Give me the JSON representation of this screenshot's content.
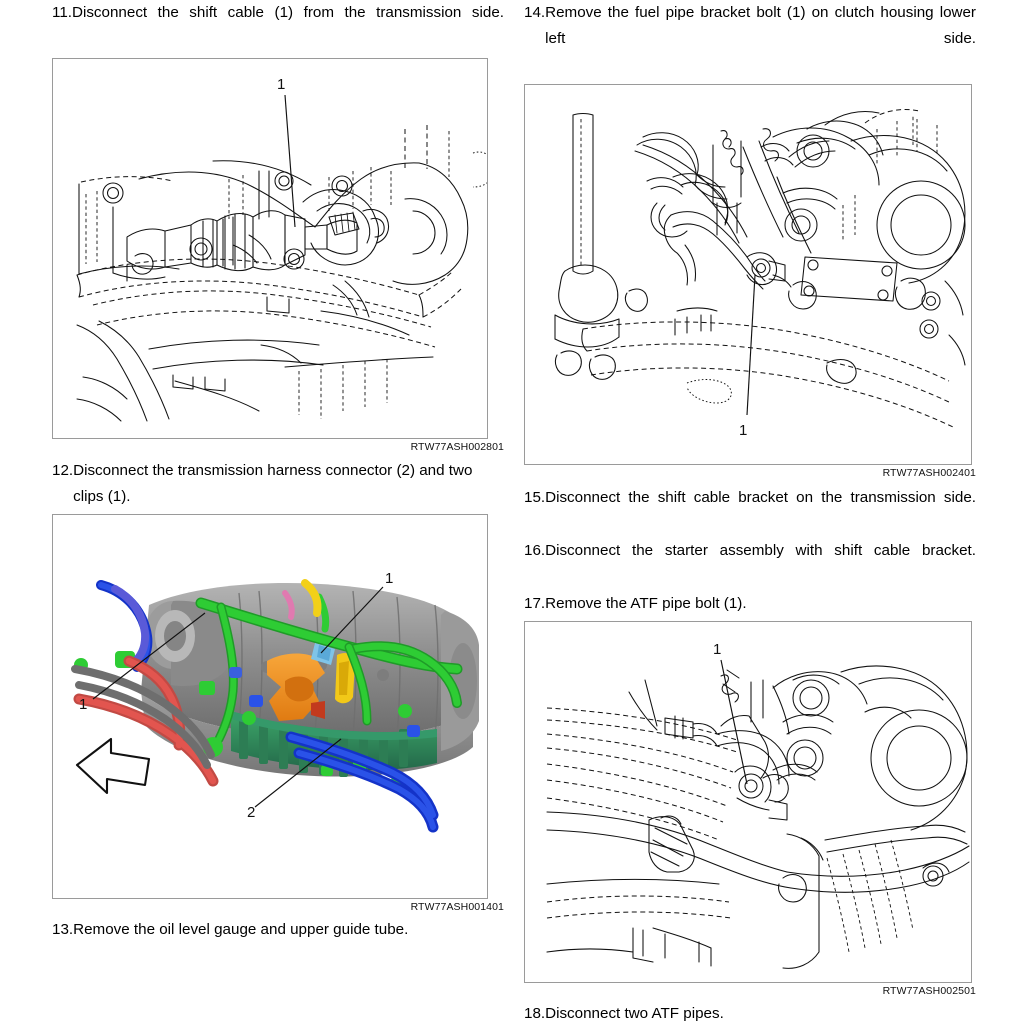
{
  "document": {
    "type": "automotive-service-manual-page",
    "layout": "two-column"
  },
  "left_column": {
    "steps_top": [
      {
        "number": "11.",
        "text": "Disconnect the shift cable (1) from the transmission side.",
        "justified": true
      }
    ],
    "figure_1": {
      "id": "RTW77ASH002801",
      "style": "line-art",
      "callouts": [
        "1"
      ]
    },
    "steps_mid": [
      {
        "number": "12.",
        "text": "Disconnect the transmission harness connector (2) and two clips (1).",
        "justified": false
      }
    ],
    "figure_2": {
      "id": "RTW77ASH001401",
      "style": "color-render",
      "callouts": [
        "1",
        "1",
        "2"
      ],
      "colors": {
        "harness_green": "#2ecc34",
        "hose_blue": "#1433c8",
        "hose_red": "#e2554f",
        "bracket_orange": "#f0901e",
        "clip_yellow": "#f2c818",
        "pan_green": "#2e8b57",
        "body_gray": "#8d8d8d",
        "hose_violet": "#5a5ad8"
      },
      "arrow": "view-direction-arrow"
    },
    "steps_bottom": [
      {
        "number": "13.",
        "text": "Remove the oil level gauge and upper guide tube.",
        "justified": false
      }
    ]
  },
  "right_column": {
    "steps_top": [
      {
        "number": "14.",
        "text": "Remove the fuel pipe bracket bolt (1) on clutch housing lower left side.",
        "justified": true
      }
    ],
    "figure_3": {
      "id": "RTW77ASH002401",
      "style": "line-art",
      "callouts": [
        "1"
      ]
    },
    "steps_mid": [
      {
        "number": "15.",
        "text": "Disconnect the shift cable bracket on the transmission side.",
        "justified": true
      },
      {
        "number": "16.",
        "text": "Disconnect the starter assembly with shift cable bracket.",
        "justified": true
      },
      {
        "number": "17.",
        "text": "Remove the ATF pipe bolt (1).",
        "justified": false
      }
    ],
    "figure_4": {
      "id": "RTW77ASH002501",
      "style": "line-art",
      "callouts": [
        "1"
      ]
    },
    "steps_bottom": [
      {
        "number": "18.",
        "text": "Disconnect two ATF pipes.",
        "justified": false
      }
    ]
  }
}
